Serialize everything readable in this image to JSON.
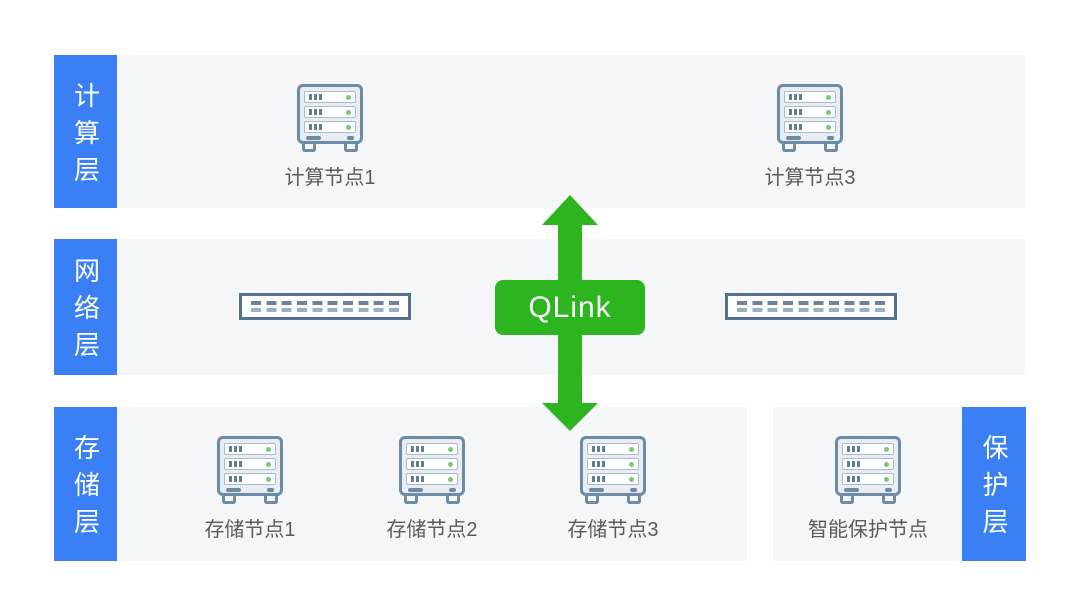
{
  "colors": {
    "accent_blue": "#3a80f4",
    "panel_bg": "#f5f6f8",
    "link_green": "#2cb51e",
    "label_text": "#575c62",
    "icon_stroke": "#6d8ba3"
  },
  "diagram": {
    "compute_layer": {
      "label": "计算层",
      "nodes": [
        {
          "label": "计算节点1"
        },
        {
          "label": "计算节点3"
        }
      ]
    },
    "network_layer": {
      "label": "网络层",
      "link": {
        "label": "QLink"
      },
      "switches": [
        {
          "name": "network-switch-1"
        },
        {
          "name": "network-switch-2"
        }
      ]
    },
    "storage_layer": {
      "label": "存储层",
      "nodes": [
        {
          "label": "存储节点1"
        },
        {
          "label": "存储节点2"
        },
        {
          "label": "存储节点3"
        }
      ]
    },
    "protection_layer": {
      "label": "保护层",
      "nodes": [
        {
          "label": "智能保护节点"
        }
      ]
    }
  }
}
